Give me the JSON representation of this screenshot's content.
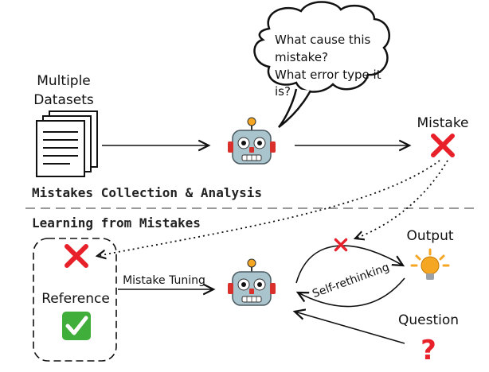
{
  "top": {
    "datasets_label": [
      "Multiple",
      "Datasets"
    ],
    "bubble_text": [
      "What cause this",
      "mistake?",
      "What error type it",
      "is?"
    ],
    "mistake_label": "Mistake",
    "section_title": "Mistakes Collection & Analysis"
  },
  "bottom": {
    "section_title": "Learning from Mistakes",
    "reference_label": "Reference",
    "tuning_label": "Mistake Tuning",
    "self_rethinking_label": "Self-rethinking",
    "output_label": "Output",
    "question_label": "Question",
    "question_mark": "?"
  },
  "colors": {
    "cross": "#e8202a",
    "check": "#3fae3a",
    "robot_head": "#a9c4cc",
    "robot_eye_red": "#d9302b",
    "bulb": "#f5a623"
  },
  "icons": [
    "document-stack-icon",
    "robot-icon",
    "cross-mark-icon",
    "thought-bubble-icon",
    "light-bulb-icon",
    "check-mark-icon",
    "question-mark-icon"
  ]
}
